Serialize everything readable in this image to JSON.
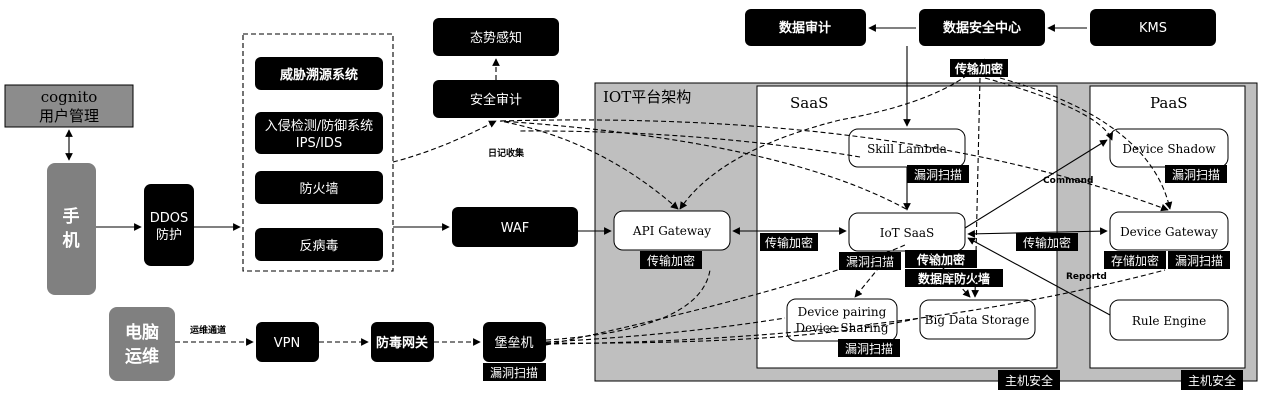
{
  "identity": {
    "cognito_line1": "cognito",
    "cognito_line2": "用户管理"
  },
  "clients": {
    "phone": "手机",
    "pc_line1": "电脑",
    "pc_line2": "运维"
  },
  "edge": {
    "ddos_line1": "DDOS",
    "ddos_line2": "防护",
    "waf": "WAF"
  },
  "security_stack": {
    "threat_trace": "威胁溯源系统",
    "ids_line1": "入侵检测/防御系统",
    "ids_line2": "IPS/IDS",
    "firewall": "防火墙",
    "antivirus": "反病毒"
  },
  "audit": {
    "situation": "态势感知",
    "security_audit": "安全审计",
    "log_collect": "日记收集"
  },
  "data_security": {
    "data_audit": "数据审计",
    "center": "数据安全中心",
    "kms": "KMS"
  },
  "ops": {
    "channel_label": "运维通道",
    "vpn": "VPN",
    "av_gateway": "防毒网关",
    "bastion": "堡垒机",
    "bastion_tag": "漏洞扫描"
  },
  "platform": {
    "title": "IOT平台架构",
    "saas_title": "SaaS",
    "paas_title": "PaaS",
    "api_gateway": "API Gateway",
    "api_tag": "传输加密",
    "skill_lambda": "Skill Lambda",
    "skill_tag": "漏洞扫描",
    "iot_saas": "IoT SaaS",
    "iot_tag": "漏洞扫描",
    "iot_tag2": "传输加密",
    "db_firewall": "数据库防火墙",
    "device_pairing_line1": "Device pairing",
    "device_pairing_line2": "Device Sharing",
    "pairing_tag": "漏洞扫描",
    "big_data": "Big Data Storage",
    "device_shadow": "Device Shadow",
    "shadow_tag": "漏洞扫描",
    "device_gateway": "Device Gateway",
    "gateway_tag1": "存储加密",
    "gateway_tag2": "漏洞扫描",
    "rule_engine": "Rule Engine",
    "command_label": "Command",
    "report_label": "Reportd",
    "transport_enc_top": "传输加密",
    "transport_enc_left": "传输加密",
    "transport_enc_right": "传输加密",
    "host_sec_saas": "主机安全",
    "host_sec_paas": "主机安全"
  },
  "colors": {
    "dark": "#000000",
    "gray_box": "#8c8c8c",
    "platform_bg": "#bfbfbf"
  }
}
